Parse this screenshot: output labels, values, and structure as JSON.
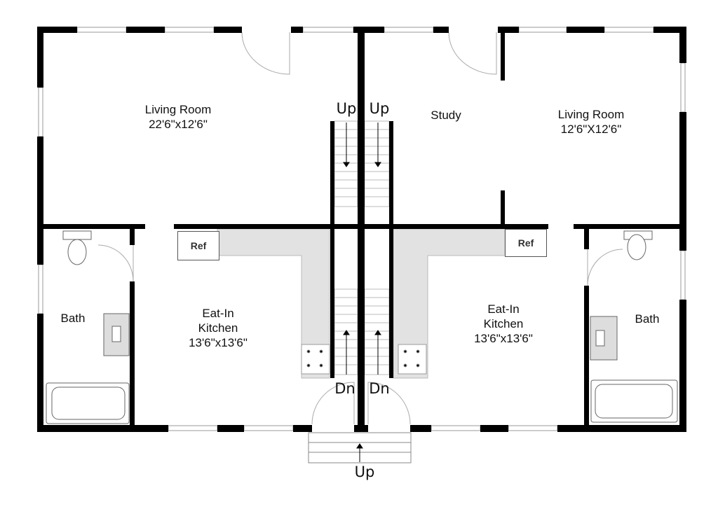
{
  "rooms": {
    "living_left": {
      "name": "Living Room",
      "size": "22'6\"x12'6\""
    },
    "study": {
      "name": "Study"
    },
    "living_right": {
      "name": "Living Room",
      "size": "12'6\"X12'6\""
    },
    "bath_left": {
      "name": "Bath"
    },
    "bath_right": {
      "name": "Bath"
    },
    "kitchen_left": {
      "name": "Eat-In",
      "name2": "Kitchen",
      "size": "13'6\"x13'6\""
    },
    "kitchen_right": {
      "name": "Eat-In",
      "name2": "Kitchen",
      "size": "13'6\"x13'6\""
    }
  },
  "fixtures": {
    "ref_left": "Ref",
    "ref_right": "Ref"
  },
  "stairs": {
    "up_left": "Up",
    "up_right": "Up",
    "dn_left": "Dn",
    "dn_right": "Dn",
    "entry_up": "Up"
  },
  "colors": {
    "wall": "#000000",
    "counter": "#e2e2e2"
  }
}
